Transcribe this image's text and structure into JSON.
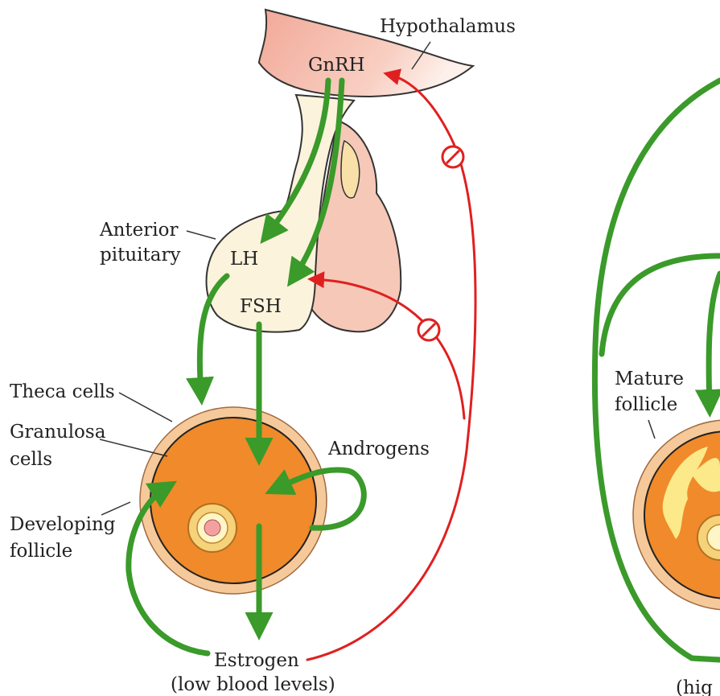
{
  "labels": {
    "hypothalamus": "Hypothalamus",
    "gnrh": "GnRH",
    "anterior_pituitary": [
      "Anterior",
      "pituitary"
    ],
    "lh": "LH",
    "fsh": "FSH",
    "theca_cells": "Theca cells",
    "granulosa_cells": [
      "Granulosa",
      "cells"
    ],
    "developing_follicle": [
      "Developing",
      "follicle"
    ],
    "androgens": "Androgens",
    "estrogen": "Estrogen",
    "estrogen_level": "(low blood levels)",
    "mature_follicle": [
      "Mature",
      "follicle"
    ],
    "right_panel_caption": "(hig"
  },
  "colors": {
    "stimulatory_arrow": "#3a9a2a",
    "inhibitory_arrow": "#e02020",
    "hypothalamus_fill": "#f4b8a8",
    "pituitary_fill": "#fbf3dc",
    "posterior_pituitary_fill": "#f6c8b8",
    "follicle_fill": "#f08a2a",
    "theca_ring": "#f6c99a",
    "mature_follicle_yellow": "#fbe98a"
  },
  "icons": {
    "inhibition_symbol": "circle-slash"
  }
}
